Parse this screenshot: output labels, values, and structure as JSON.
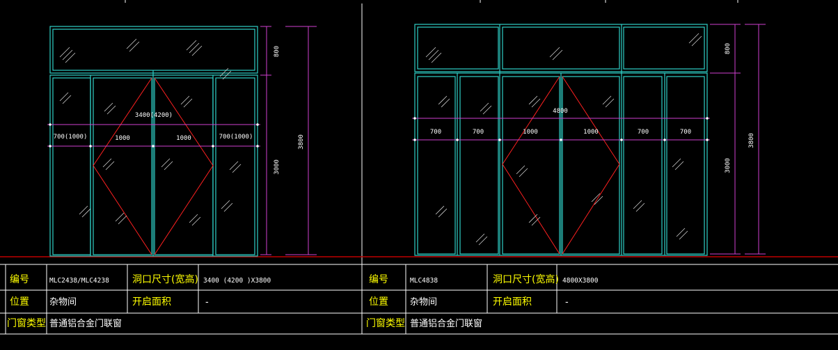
{
  "elevations": [
    {
      "total_width": "3400(4200)",
      "widths": [
        "700(1000)",
        "1000",
        "1000",
        "700(1000)"
      ],
      "total_height": "3800",
      "transom_height": "800",
      "door_height": "3000"
    },
    {
      "total_width": "4800",
      "widths": [
        "700",
        "700",
        "1000",
        "1000",
        "700",
        "700"
      ],
      "total_height": "3800",
      "transom_height": "800",
      "door_height": "3000"
    }
  ],
  "schedules": [
    {
      "label_code": "编号",
      "code": "MLC2438/MLC4238",
      "label_opening": "洞口尺寸(宽高)",
      "opening": "3400 (4200 )X3800",
      "label_position": "位置",
      "position": "杂物间",
      "label_area": "开启面积",
      "area": "-",
      "label_type": "门窗类型",
      "type": "普通铝合金门联窗"
    },
    {
      "label_code": "编号",
      "code": "MLC4838",
      "label_opening": "洞口尺寸(宽高)",
      "opening": "4800X3800",
      "label_position": "位置",
      "position": "杂物间",
      "label_area": "开启面积",
      "area": "-",
      "label_type": "门窗类型",
      "type": "普通铝合金门联窗"
    }
  ],
  "colors": {
    "frame": "#2fd0c8",
    "opening": "#ff2020",
    "dimension": "#d040d0",
    "table_line": "#ffffff",
    "label": "#ffff00",
    "text": "#ffffff",
    "ground": "#c00000"
  }
}
